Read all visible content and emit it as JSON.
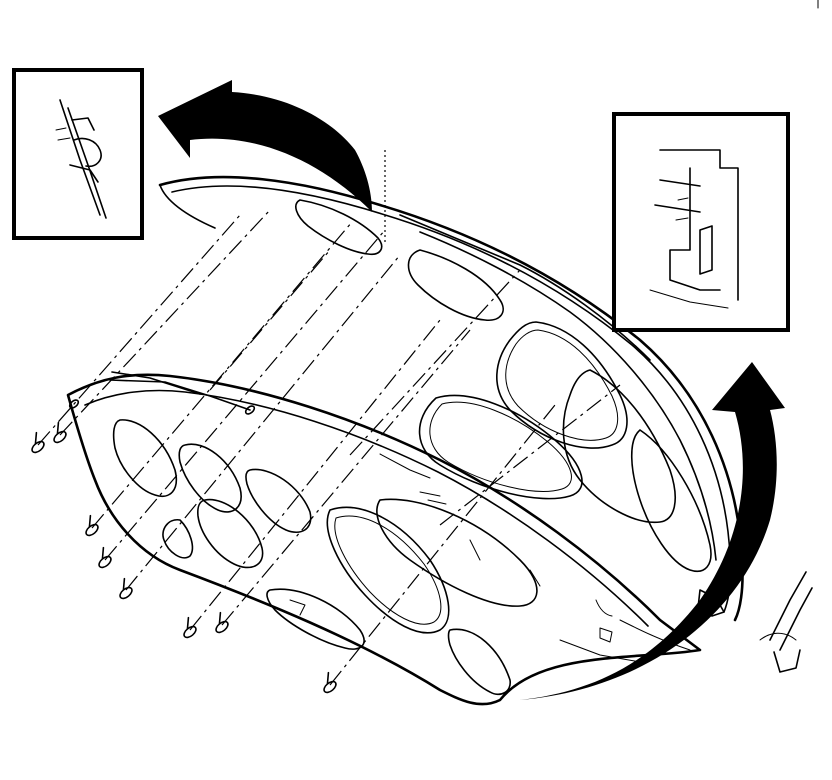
{
  "diagram": {
    "kind": "exploded-view line drawing",
    "subject_icons": [
      "hood-panel",
      "hood-insulator-pad",
      "push-in-retainer",
      "rotate-arrow",
      "detail-inset-retainer",
      "detail-inset-edge-clip"
    ],
    "colors": {
      "line": "#000000",
      "background": "#ffffff"
    },
    "retainer_count": 10
  }
}
